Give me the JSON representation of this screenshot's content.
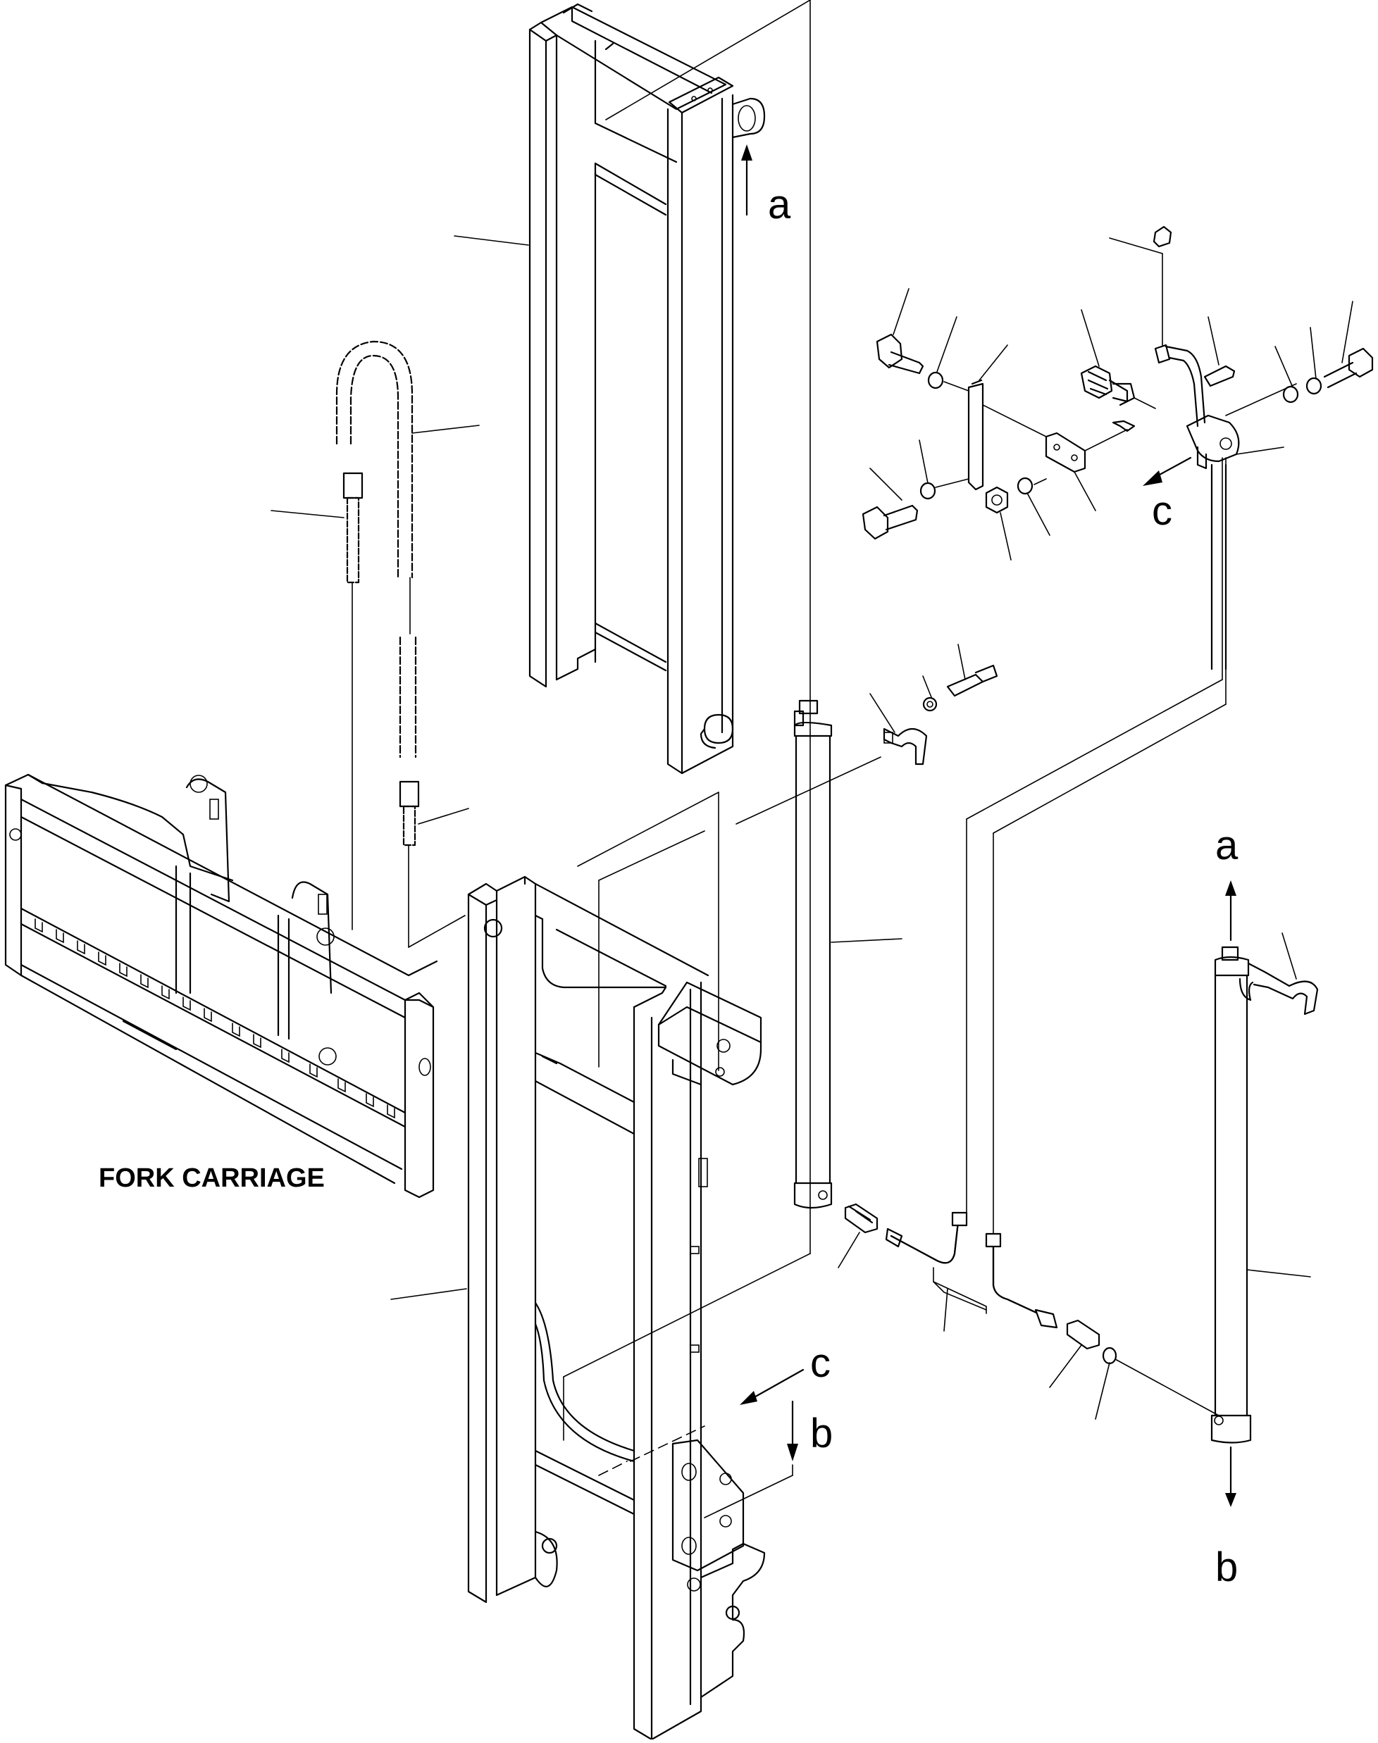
{
  "caption": "FORK CARRIAGE",
  "arrow_labels": {
    "a_top": "a",
    "a_right": "a",
    "b_center": "b",
    "b_right": "b",
    "c_top": "c",
    "c_center": "c"
  }
}
